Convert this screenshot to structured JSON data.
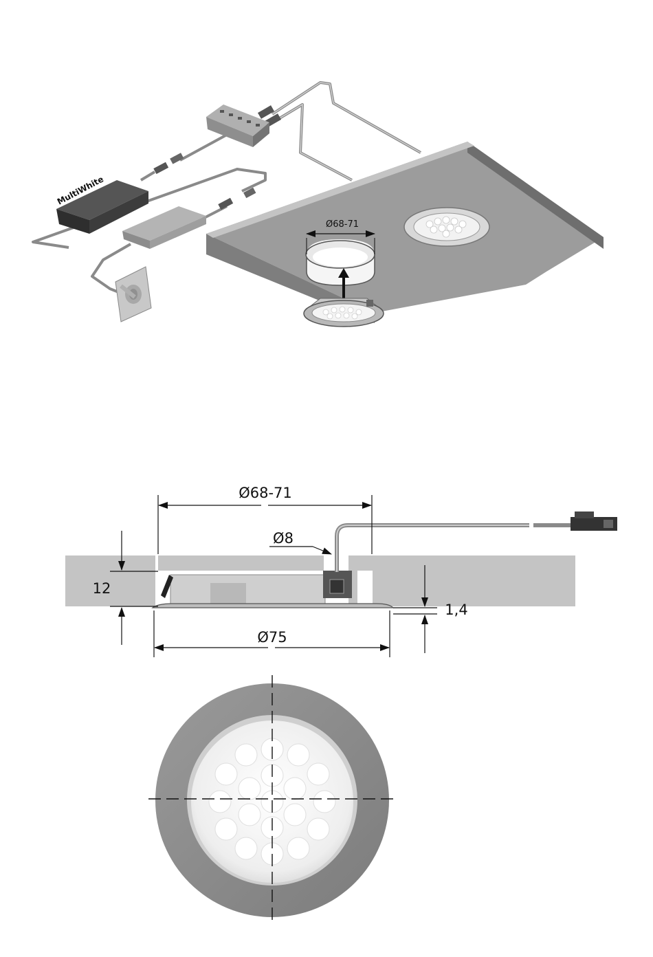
{
  "diagram": {
    "iso_view": {
      "hole_label": "Ø68-71",
      "driver_brand": "MultiWhite"
    },
    "section_view": {
      "cutout_dim": "Ø68-71",
      "cable_dim": "Ø8",
      "thickness_dim": "12",
      "flange_dim": "1,4",
      "outer_dim": "Ø75"
    },
    "colors": {
      "panel_top": "#9c9c9c",
      "panel_edge": "#6e6e6e",
      "panel_section": "#c4c4c4",
      "driver_dark": "#3a3a3a",
      "ring_grey": "#8a8a8a",
      "lens_white": "#f4f4f4"
    }
  }
}
